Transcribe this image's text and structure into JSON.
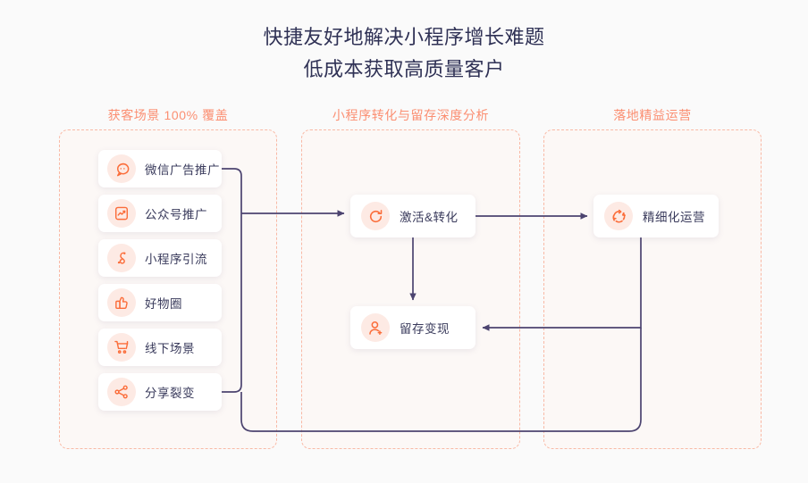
{
  "heading": {
    "line1": "快捷友好地解决小程序增长难题",
    "line2": "低成本获取高质量客户"
  },
  "colors": {
    "accent": "#fb6d3a",
    "accent_soft": "#fb8f72",
    "icon_bg": "#fdeae4",
    "dashed_border": "#f9b9a5",
    "text_dark": "#3a3b5c",
    "connector": "#4c4470",
    "card_bg": "#ffffff",
    "page_bg": "#fafafa"
  },
  "columns": [
    {
      "title": "获客场景 100% 覆盖",
      "cards": [
        {
          "label": "微信广告推广",
          "icon": "chat-bubble-icon"
        },
        {
          "label": "公众号推广",
          "icon": "report-chart-icon"
        },
        {
          "label": "小程序引流",
          "icon": "miniprogram-icon"
        },
        {
          "label": "好物圈",
          "icon": "thumbs-up-icon"
        },
        {
          "label": "线下场景",
          "icon": "shopping-cart-icon"
        },
        {
          "label": "分享裂变",
          "icon": "share-nodes-icon"
        }
      ]
    },
    {
      "title": "小程序转化与留存深度分析",
      "cards": [
        {
          "label": "激活&转化",
          "icon": "refresh-cycle-icon"
        },
        {
          "label": "留存变现",
          "icon": "user-plus-icon"
        }
      ]
    },
    {
      "title": "落地精益运营",
      "cards": [
        {
          "label": "精细化运营",
          "icon": "recycle-cycle-icon"
        }
      ]
    }
  ],
  "flow": {
    "edges": [
      {
        "name": "acquisition-to-activation",
        "from": "获客场景 100% 覆盖",
        "to": "激活&转化"
      },
      {
        "name": "activation-to-retention",
        "from": "激活&转化",
        "to": "留存变现"
      },
      {
        "name": "activation-to-operation",
        "from": "激活&转化",
        "to": "精细化运营"
      },
      {
        "name": "operation-to-retention",
        "from": "精细化运营",
        "to": "留存变现"
      },
      {
        "name": "operation-loop-back",
        "from": "精细化运营",
        "to": "获客场景 100% 覆盖"
      }
    ]
  }
}
